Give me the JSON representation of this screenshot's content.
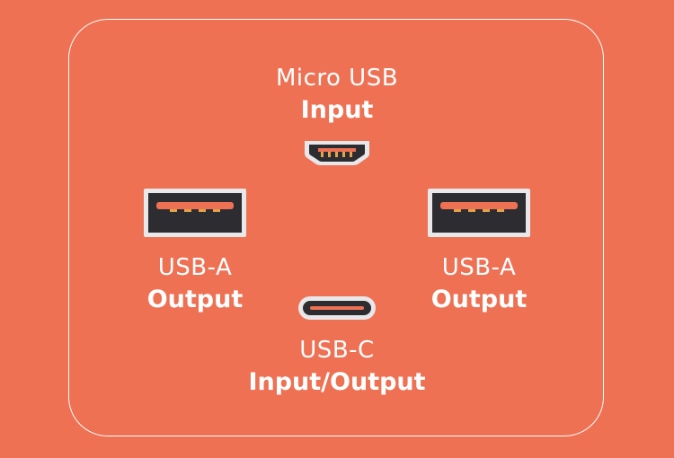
{
  "colors": {
    "background": "#ee7154",
    "panel_border": "#ffffff",
    "port_shell": "#e8e8ea",
    "port_cavity": "#2c2c31",
    "port_tongue": "#ee7154",
    "port_pins": "#e3a34a"
  },
  "ports": {
    "micro_usb": {
      "name": "Micro USB",
      "role": "Input",
      "icon": "micro-usb-port-icon"
    },
    "usb_a_left": {
      "name": "USB-A",
      "role": "Output",
      "icon": "usb-a-port-icon"
    },
    "usb_a_right": {
      "name": "USB-A",
      "role": "Output",
      "icon": "usb-a-port-icon"
    },
    "usb_c": {
      "name": "USB-C",
      "role": "Input/Output",
      "icon": "usb-c-port-icon"
    }
  }
}
